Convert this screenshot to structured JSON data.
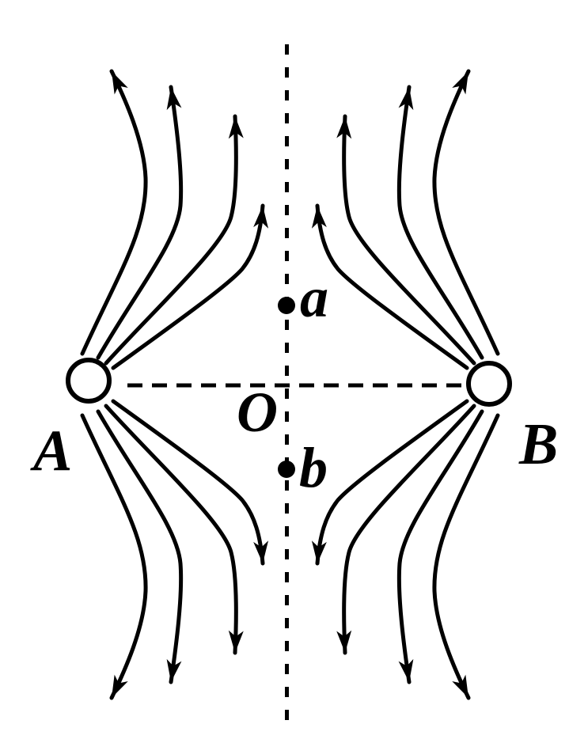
{
  "figure": {
    "description": "Electric field line pattern of two identical point charges A and B; O is the midpoint of segment AB, points a and b lie on the perpendicular bisector above and below O",
    "colors": {
      "ink": "#000000",
      "background": "#ffffff"
    },
    "labels": {
      "charge_left": "A",
      "charge_right": "B",
      "origin": "O",
      "point_upper": "a",
      "point_lower": "b"
    }
  }
}
